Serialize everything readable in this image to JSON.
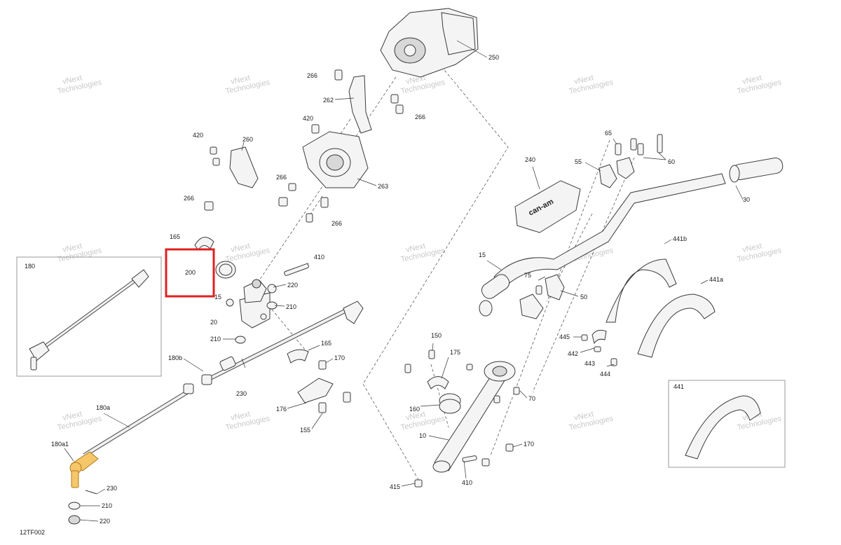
{
  "diagram_code": "12TF002",
  "highlight_color": "#e02020",
  "accent_part_color": "#f5c66a",
  "watermark": {
    "line1": "vNext",
    "line2": "Technologies"
  },
  "callouts": {
    "c250": "250",
    "c266a": "266",
    "c262": "262",
    "c266b": "266",
    "c420a": "420",
    "c420b": "420",
    "c260": "260",
    "c266c": "266",
    "c266d": "266",
    "c263": "263",
    "c266e": "266",
    "c165a": "165",
    "c200": "200",
    "c410a": "410",
    "c220a": "220",
    "c15a": "15",
    "c210a": "210",
    "c20": "20",
    "c210b": "210",
    "c165b": "165",
    "c170a": "170",
    "c180b": "180b",
    "c230a": "230",
    "c176": "176",
    "c155": "155",
    "c180a": "180a",
    "c180a1": "180a1",
    "c230b": "230",
    "c210c": "210",
    "c220b": "220",
    "c180": "180",
    "c65": "65",
    "c60": "60",
    "c240": "240",
    "c55": "55",
    "c30": "30",
    "c15b": "15",
    "c75": "75",
    "c50": "50",
    "c441b": "441b",
    "c441a": "441a",
    "c445": "445",
    "c442": "442",
    "c443": "443",
    "c444": "444",
    "c150": "150",
    "c175": "175",
    "c160": "160",
    "c70": "70",
    "c10": "10",
    "c170b": "170",
    "c410b": "410",
    "c415": "415",
    "c441": "441"
  },
  "logo_text": "can-am"
}
